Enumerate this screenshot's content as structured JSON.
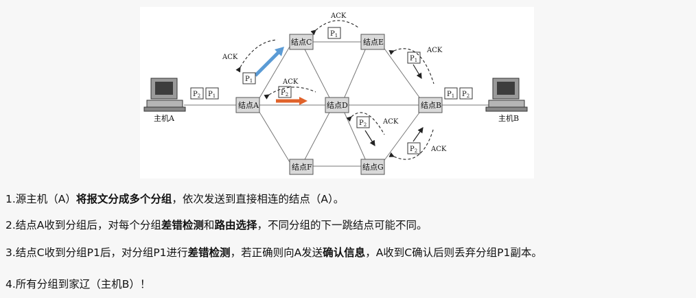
{
  "diagram": {
    "nodes": {
      "A": "结点A",
      "C": "结点C",
      "D": "结点D",
      "E": "结点E",
      "B": "结点B",
      "F": "结点F",
      "G": "结点G"
    },
    "hosts": {
      "A": "主机A",
      "B": "主机B"
    },
    "ack_label": "ACK",
    "packets": {
      "p1": "P",
      "p2": "P",
      "sub1": "1",
      "sub2": "2"
    },
    "colors": {
      "blue_arrow": "#5b9bd5",
      "orange_arrow": "#e0622a"
    }
  },
  "steps": [
    {
      "num": "1.",
      "parts": [
        {
          "t": "源主机（A）",
          "b": false
        },
        {
          "t": "将报文分成多个分组",
          "b": true
        },
        {
          "t": "，依次发送到直接相连的结点（A）。",
          "b": false
        }
      ]
    },
    {
      "num": "2.",
      "parts": [
        {
          "t": "结点A收到分组后，对每个分组",
          "b": false
        },
        {
          "t": "差错检测",
          "b": true
        },
        {
          "t": "和",
          "b": false
        },
        {
          "t": "路由选择",
          "b": true
        },
        {
          "t": "，不同分组的下一跳结点可能不同。",
          "b": false
        }
      ]
    },
    {
      "num": "3.",
      "parts": [
        {
          "t": "结点C收到分组P1后，对分组P1进行",
          "b": false
        },
        {
          "t": "差错检测",
          "b": true
        },
        {
          "t": "，若正确则向A发送",
          "b": false
        },
        {
          "t": "确认信息",
          "b": true
        },
        {
          "t": "，A收到C确认后则丢弃分组P1副本。",
          "b": false
        }
      ]
    },
    {
      "num": "4.",
      "parts": [
        {
          "t": "所有分组到家辽（主机B）！",
          "b": false
        }
      ]
    }
  ]
}
